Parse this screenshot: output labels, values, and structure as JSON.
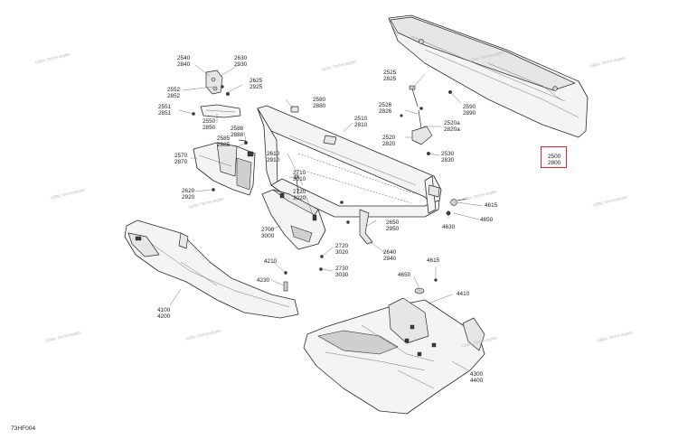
{
  "diagram_code": "73HF004",
  "watermark_text": "©Bfer Technologies",
  "highlight_color": "#e0242c",
  "callouts": [
    {
      "id": "c2540",
      "l1": "2540",
      "l2": "2840"
    },
    {
      "id": "c2630",
      "l1": "2630",
      "l2": "2930"
    },
    {
      "id": "c2625",
      "l1": "2625",
      "l2": "2925"
    },
    {
      "id": "c2552",
      "l1": "2552",
      "l2": "2852"
    },
    {
      "id": "c2551",
      "l1": "2551",
      "l2": "2851"
    },
    {
      "id": "c2550",
      "l1": "2550",
      "l2": "2850"
    },
    {
      "id": "c2580",
      "l1": "2580",
      "l2": "2880"
    },
    {
      "id": "c2510",
      "l1": "2510",
      "l2": "2810"
    },
    {
      "id": "c2588",
      "l1": "2588",
      "l2": "2888"
    },
    {
      "id": "c2585",
      "l1": "2585",
      "l2": "2885"
    },
    {
      "id": "c2570",
      "l1": "2570",
      "l2": "2870"
    },
    {
      "id": "c2610",
      "l1": "2610",
      "l2": "2910"
    },
    {
      "id": "c2620",
      "l1": "2620",
      "l2": "2920"
    },
    {
      "id": "c2710",
      "l1": "2710",
      "l2": "3010"
    },
    {
      "id": "c2720",
      "l1": "2720",
      "l2": "3020"
    },
    {
      "id": "c2700",
      "l1": "2700",
      "l2": "3000"
    },
    {
      "id": "c2720b",
      "l1": "2720",
      "l2": "3020"
    },
    {
      "id": "c2730",
      "l1": "2730",
      "l2": "3030"
    },
    {
      "id": "c2525",
      "l1": "2525",
      "l2": "2825"
    },
    {
      "id": "c2526",
      "l1": "2526",
      "l2": "2826"
    },
    {
      "id": "c2520a",
      "l1": "2520a",
      "l2": "2820a"
    },
    {
      "id": "c2520",
      "l1": "2520",
      "l2": "2820"
    },
    {
      "id": "c2530",
      "l1": "2530",
      "l2": "2830"
    },
    {
      "id": "c2590",
      "l1": "2590",
      "l2": "2890"
    },
    {
      "id": "c2500",
      "l1": "2500",
      "l2": "2800"
    },
    {
      "id": "c2650",
      "l1": "2650",
      "l2": "2950"
    },
    {
      "id": "c2640",
      "l1": "2640",
      "l2": "2940"
    },
    {
      "id": "c4210",
      "l1": "4210",
      "l2": ""
    },
    {
      "id": "c4230",
      "l1": "4230",
      "l2": ""
    },
    {
      "id": "c4100",
      "l1": "4100",
      "l2": "4200"
    },
    {
      "id": "c4615a",
      "l1": "4615",
      "l2": ""
    },
    {
      "id": "c4650a",
      "l1": "4650",
      "l2": ""
    },
    {
      "id": "c4630",
      "l1": "4630",
      "l2": ""
    },
    {
      "id": "c4615b",
      "l1": "4615",
      "l2": ""
    },
    {
      "id": "c4650b",
      "l1": "4650",
      "l2": ""
    },
    {
      "id": "c4410",
      "l1": "4410",
      "l2": ""
    },
    {
      "id": "c4300",
      "l1": "4300",
      "l2": "4400"
    }
  ]
}
